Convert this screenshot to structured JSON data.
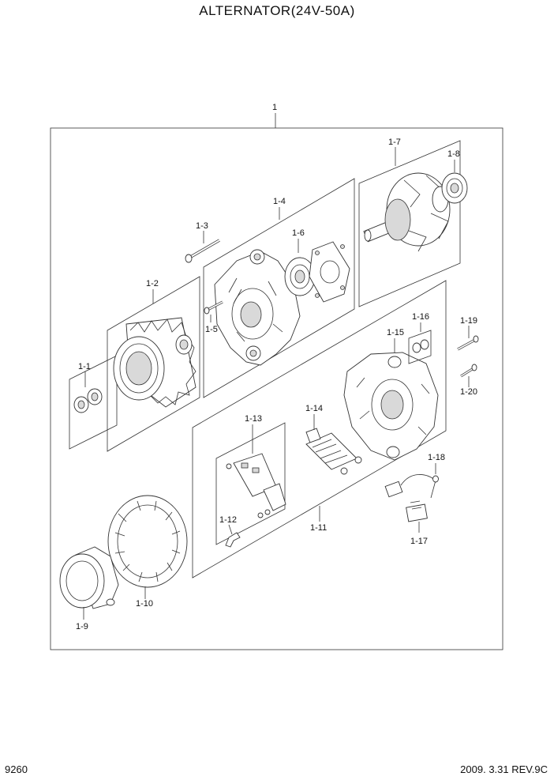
{
  "title": "ALTERNATOR(24V-50A)",
  "page_number": "9260",
  "revision": "2009. 3.31  REV.9C",
  "labels": {
    "l1": "1",
    "l1_1": "1-1",
    "l1_2": "1-2",
    "l1_3": "1-3",
    "l1_4": "1-4",
    "l1_5": "1-5",
    "l1_6": "1-6",
    "l1_7": "1-7",
    "l1_8": "1-8",
    "l1_9": "1-9",
    "l1_10": "1-10",
    "l1_11": "1-11",
    "l1_12": "1-12",
    "l1_13": "1-13",
    "l1_14": "1-14",
    "l1_15": "1-15",
    "l1_16": "1-16",
    "l1_17": "1-17",
    "l1_18": "1-18",
    "l1_19": "1-19",
    "l1_20": "1-20"
  }
}
